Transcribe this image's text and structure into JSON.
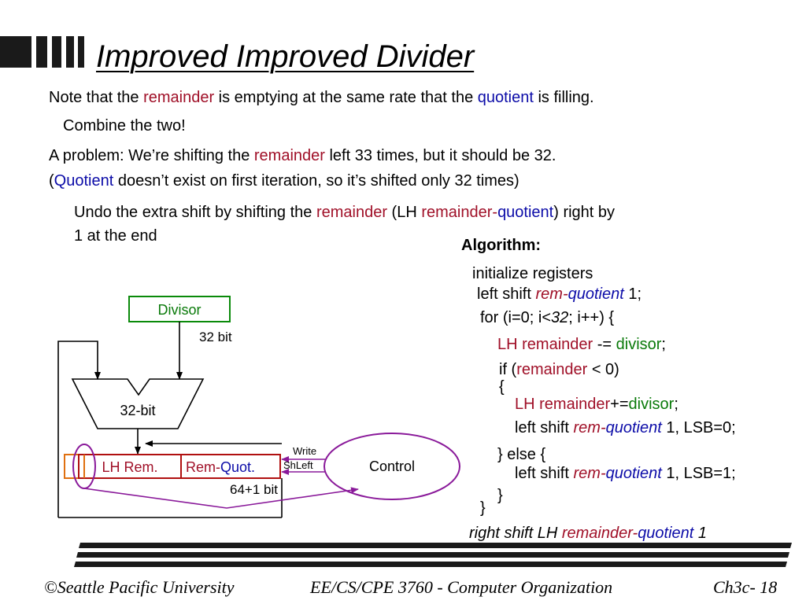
{
  "title": "Improved Improved Divider",
  "note": {
    "p1": "Note that the ",
    "remainder": "remainder",
    "p2": " is emptying at the same rate that the ",
    "quotient": "quotient",
    "p3": " is filling."
  },
  "combine": "Combine the two!",
  "problem": {
    "p1": "A problem: We’re shifting the ",
    "remainder": "remainder",
    "p2": " left 33 times, but it should be 32.",
    "l2a": "(",
    "quotient": "Quotient",
    "l2b": " doesn’t exist on first iteration, so it’s shifted only 32 times)"
  },
  "undo": {
    "p1": "Undo the extra shift by shifting the ",
    "remainder": "remainder",
    "p2": " (LH ",
    "remainder2": "remainder",
    "dash": "-",
    "quotient": "quotient",
    "p3": ") right by",
    "line2": "1 at the end"
  },
  "diagram": {
    "divisor": "Divisor",
    "bits32": "32 bit",
    "alu": "32-bit",
    "lh_rem": "LH Rem.",
    "rem": "Rem",
    "dash": "-",
    "quot": "Quot.",
    "write": "Write",
    "shleft": "ShLeft",
    "control": "Control",
    "bits65": "64+1 bit"
  },
  "algorithm": {
    "heading": "Algorithm:",
    "init": "initialize registers",
    "ls1_a": "left shift ",
    "rem": "rem",
    "dash": "-",
    "quotient": "quotient",
    "one": " 1;",
    "for_a": "for (i=0; i<",
    "for_32": "32",
    "for_b": "; i++) {",
    "lh_a": "LH ",
    "remainder": "remainder",
    "minus_eq": " -= ",
    "divisor": "divisor",
    "semi": ";",
    "if_a": "if (",
    "if_b": " < 0)",
    "brace_open": "{",
    "pluseq": "+=",
    "lsb0": " 1, LSB=0;",
    "else": "} else {",
    "lsb1": " 1, LSB=1;",
    "brace_close": "}",
    "brace_close2": "}",
    "rs_a": "right shift LH ",
    "rs_b": " 1"
  },
  "footer": {
    "left": "©Seattle Pacific University",
    "center": "EE/CS/CPE 3760 - Computer Organization",
    "right": "Ch3c- 18"
  },
  "colors": {
    "remainder": "#a01028",
    "quotient": "#0c0ca8",
    "divisor": "#0a7a0a",
    "bars": "#1a1a1a"
  }
}
